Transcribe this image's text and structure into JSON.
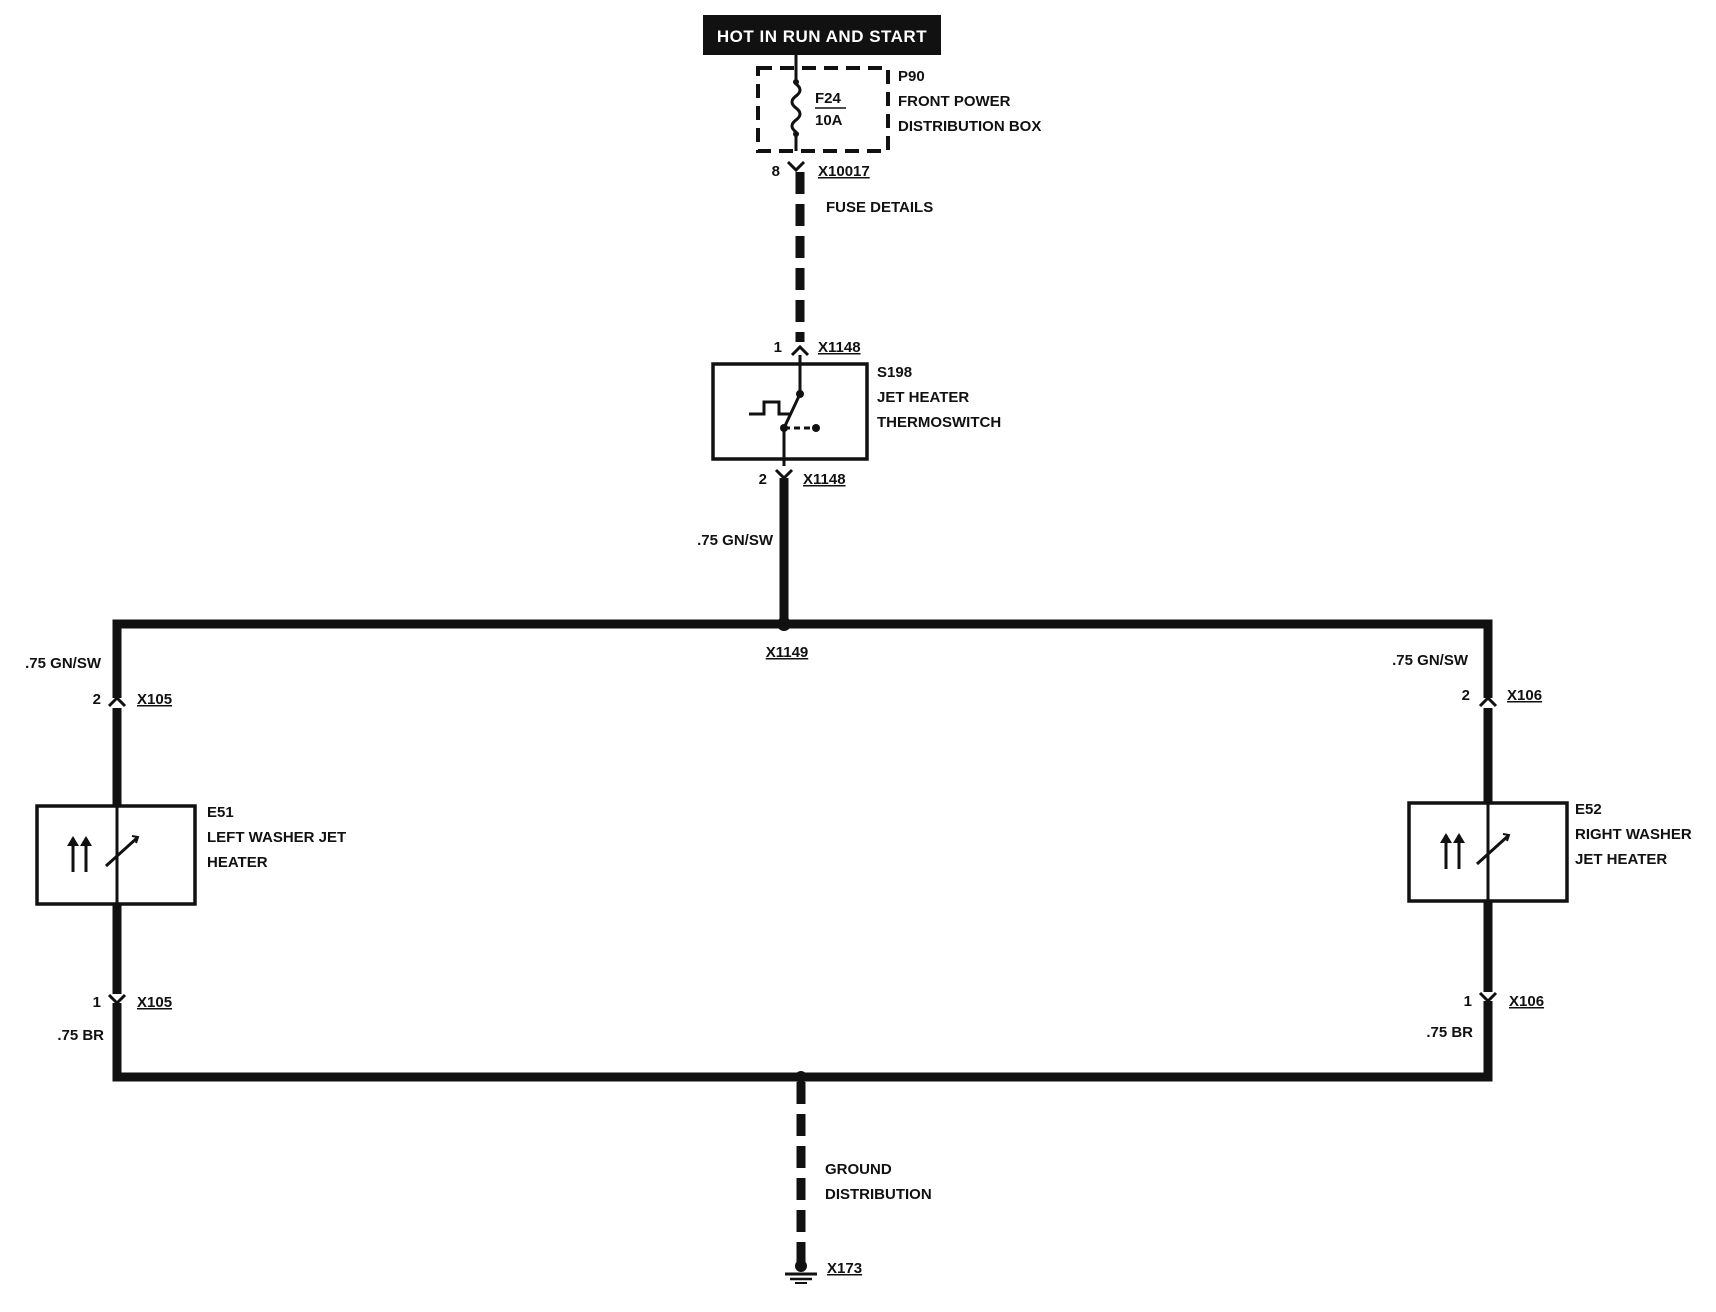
{
  "power": {
    "header": "HOT IN RUN AND START",
    "fuse_box_id": "P90",
    "fuse_box_name_1": "FRONT POWER",
    "fuse_box_name_2": "DISTRIBUTION BOX",
    "fuse_id": "F24",
    "fuse_rating": "10A",
    "pin": "8",
    "connector": "X10017",
    "details": "FUSE DETAILS"
  },
  "switch": {
    "pin_in": "1",
    "pin_out": "2",
    "connector_in": "X1148",
    "connector_out": "X1148",
    "id": "S198",
    "name_1": "JET HEATER",
    "name_2": "THERMOSWITCH",
    "wire_out": ".75 GN/SW"
  },
  "splice": {
    "id": "X1149"
  },
  "left_heater": {
    "wire_top": ".75 GN/SW",
    "pin_top": "2",
    "connector_top": "X105",
    "id": "E51",
    "name_1": "LEFT WASHER JET",
    "name_2": "HEATER",
    "pin_bottom": "1",
    "connector_bottom": "X105",
    "wire_bottom": ".75 BR"
  },
  "right_heater": {
    "wire_top": ".75 GN/SW",
    "pin_top": "2",
    "connector_top": "X106",
    "id": "E52",
    "name_1": "RIGHT WASHER",
    "name_2": "JET HEATER",
    "pin_bottom": "1",
    "connector_bottom": "X106",
    "wire_bottom": ".75 BR"
  },
  "ground": {
    "name_1": "GROUND",
    "name_2": "DISTRIBUTION",
    "connector": "X173"
  }
}
